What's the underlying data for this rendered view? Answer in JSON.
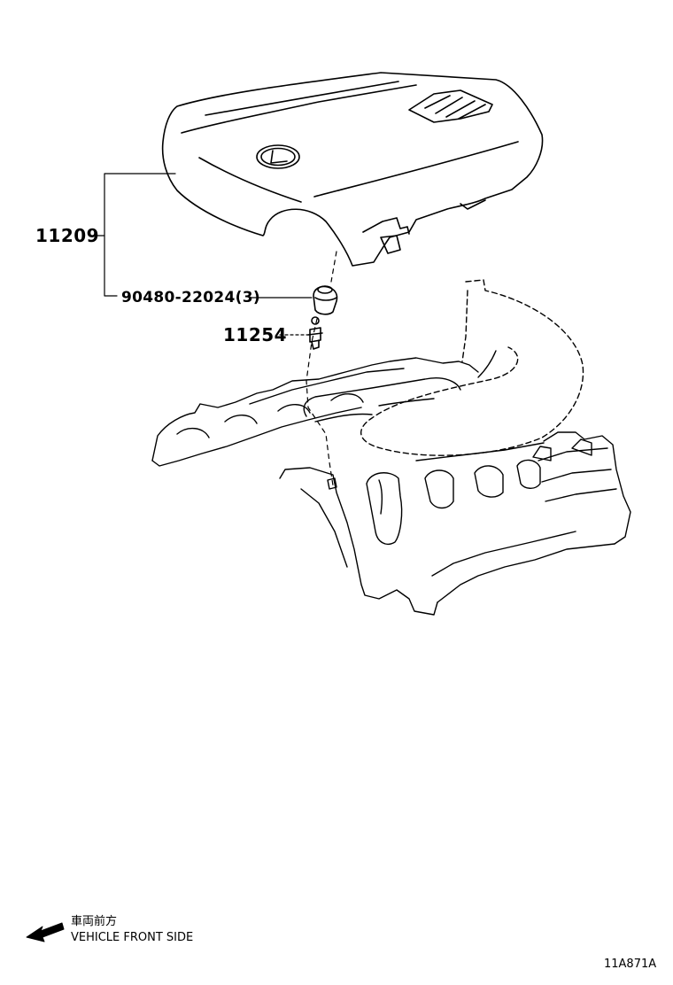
{
  "parts": {
    "engine_cover": "11209",
    "clip": "90480-22024(3)",
    "grommet": "11254"
  },
  "direction": {
    "label_jp": "車両前方",
    "label_en": "VEHICLE FRONT SIDE"
  },
  "drawing_code": "11A871A",
  "colors": {
    "line": "#000000",
    "background": "#ffffff"
  },
  "icons": {
    "direction_arrow": "left-down-arrow-icon",
    "brand_emblem": "lexus-emblem-icon"
  }
}
